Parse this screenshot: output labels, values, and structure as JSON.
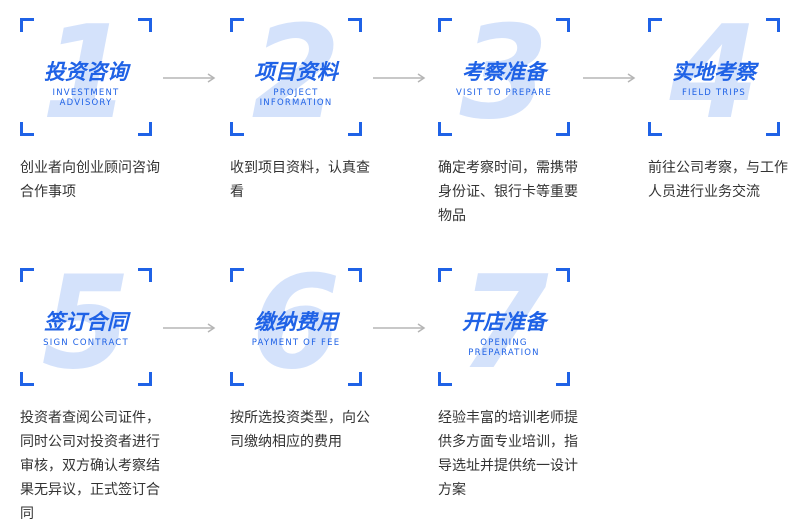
{
  "steps": [
    {
      "number": "1",
      "title": "投资咨询",
      "subtitle": "INVESTMENT\nADVISORY",
      "description": "创业者向创业顾问咨询合作事项"
    },
    {
      "number": "2",
      "title": "项目资料",
      "subtitle": "PROJECT\nINFORMATION",
      "description": "收到项目资料，认真查看"
    },
    {
      "number": "3",
      "title": "考察准备",
      "subtitle": "VISIT TO PREPARE",
      "description": "确定考察时间，需携带身份证、银行卡等重要物品"
    },
    {
      "number": "4",
      "title": "实地考察",
      "subtitle": "FIELD TRIPS",
      "description": "前往公司考察，与工作人员进行业务交流"
    },
    {
      "number": "5",
      "title": "签订合同",
      "subtitle": "SIGN CONTRACT",
      "description": "投资者查阅公司证件，同时公司对投资者进行审核，双方确认考察结果无异议，正式签订合同"
    },
    {
      "number": "6",
      "title": "缴纳费用",
      "subtitle": "PAYMENT OF FEE",
      "description": "按所选投资类型，向公司缴纳相应的费用"
    },
    {
      "number": "7",
      "title": "开店准备",
      "subtitle": "OPENING\nPREPARATION",
      "description": "经验丰富的培训老师提供多方面专业培训，指导选址并提供统一设计方案"
    }
  ],
  "colors": {
    "accent": "#1f62e6",
    "number_fill": "#d4e2fb",
    "arrow": "#b5b5b5",
    "text": "#333333"
  }
}
